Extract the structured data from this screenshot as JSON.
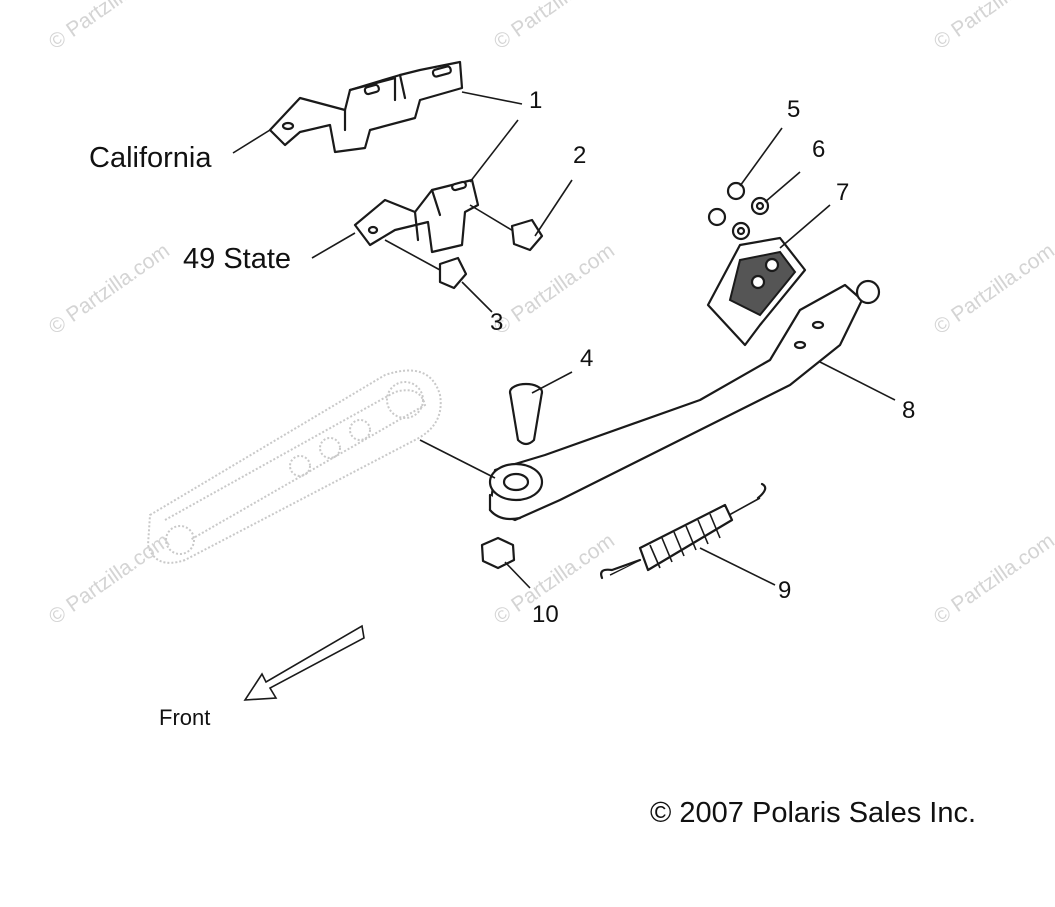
{
  "labels": {
    "california": "California",
    "state49": "49 State",
    "front": "Front",
    "copyright": "© 2007 Polaris Sales Inc."
  },
  "callouts": [
    "1",
    "2",
    "3",
    "4",
    "5",
    "6",
    "7",
    "8",
    "9",
    "10"
  ],
  "watermark": "© Partzilla.com",
  "colors": {
    "ink": "#1a1a1a",
    "watermark": "#d4d4d4",
    "ghost": "#c9c9c9"
  }
}
